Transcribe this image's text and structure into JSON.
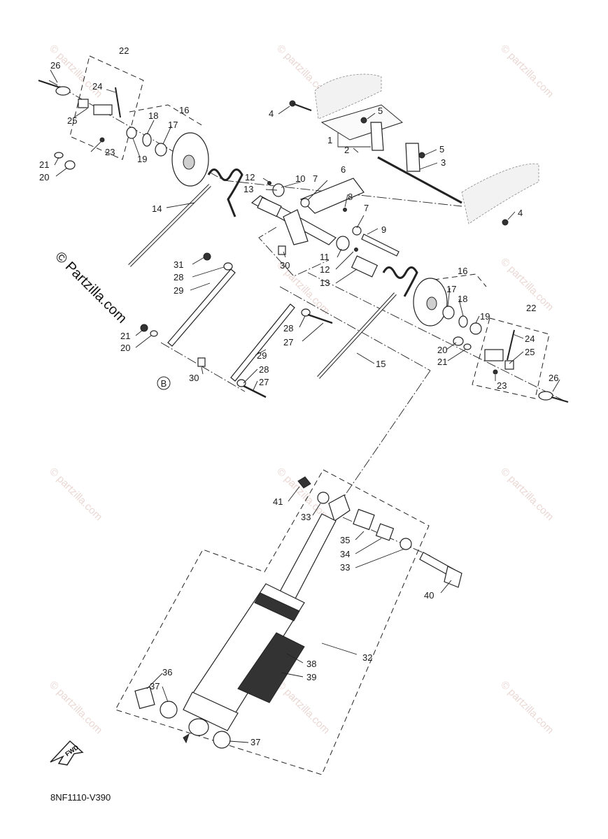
{
  "diagram": {
    "code": "8NF1110-V390",
    "fwd_label": "FWD",
    "callout_b": "B",
    "watermark_main": "© Partzilla.com",
    "watermark_tile": "© partzilla.com",
    "labels": {
      "l22a": "22",
      "l26a": "26",
      "l24a": "24",
      "l25a": "25",
      "l23a": "23",
      "l21a": "21",
      "l20a": "20",
      "l19a": "19",
      "l18a": "18",
      "l17a": "17",
      "l16a": "16",
      "l14": "14",
      "l4a": "4",
      "l5a": "5",
      "l1": "1",
      "l2": "2",
      "l5b": "5",
      "l3": "3",
      "l4b": "4",
      "l6": "6",
      "l7a": "7",
      "l8": "8",
      "l7b": "7",
      "l9": "9",
      "l12a": "12",
      "l10": "10",
      "l13a": "13",
      "l11": "11",
      "l12b": "12",
      "l13b": "13",
      "l30a": "30",
      "l31": "31",
      "l28a": "28",
      "l29a": "29",
      "l21b": "21",
      "l20b": "20",
      "l28b": "28",
      "l27a": "27",
      "l29b": "29",
      "l28c": "28",
      "l27b": "27",
      "l30b": "30",
      "l15": "15",
      "l16b": "16",
      "l17b": "17",
      "l18b": "18",
      "l19b": "19",
      "l22b": "22",
      "l24b": "24",
      "l25b": "25",
      "l20c": "20",
      "l21c": "21",
      "l23b": "23",
      "l26b": "26",
      "l41": "41",
      "l33a": "33",
      "l35": "35",
      "l34": "34",
      "l33b": "33",
      "l40": "40",
      "l32": "32",
      "l38": "38",
      "l39": "39",
      "l36": "36",
      "l37a": "37",
      "l37b": "37"
    }
  }
}
